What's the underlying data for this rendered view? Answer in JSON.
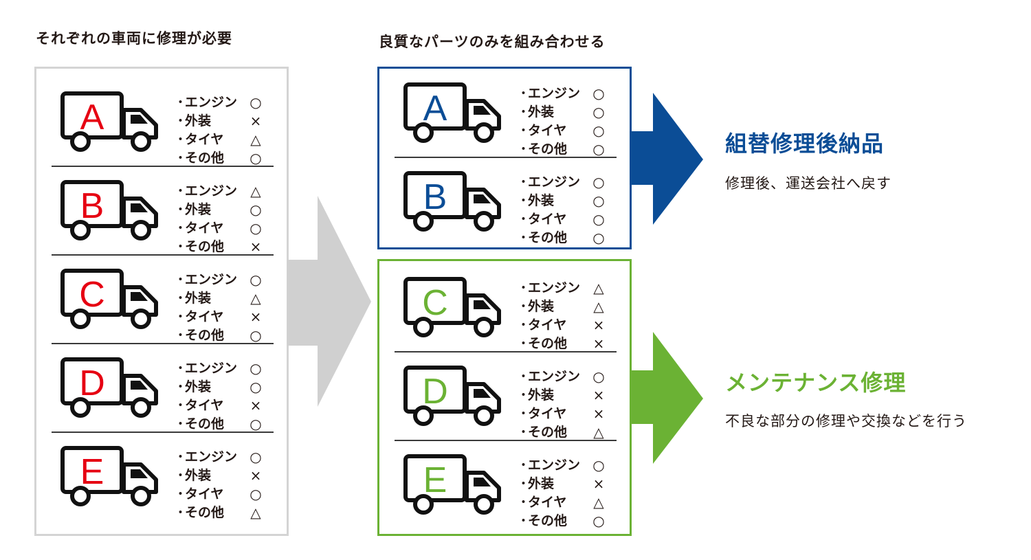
{
  "headings": {
    "left": "それぞれの車両に修理が必要",
    "middle": "良質なパーツのみを組み合わせる"
  },
  "colors": {
    "red": "#e60012",
    "blue": "#0b4d96",
    "green": "#6bb234",
    "gray": "#d4d4d4",
    "text": "#231815"
  },
  "part_labels": [
    "エンジン",
    "外装",
    "タイヤ",
    "その他"
  ],
  "bullet": "・",
  "legend_symbols": {
    "good": "○",
    "bad": "×",
    "fair": "△"
  },
  "left_vehicles": [
    {
      "id": "A",
      "statuses": [
        "○",
        "×",
        "△",
        "○"
      ]
    },
    {
      "id": "B",
      "statuses": [
        "△",
        "○",
        "○",
        "×"
      ]
    },
    {
      "id": "C",
      "statuses": [
        "○",
        "△",
        "×",
        "○"
      ]
    },
    {
      "id": "D",
      "statuses": [
        "○",
        "○",
        "×",
        "○"
      ]
    },
    {
      "id": "E",
      "statuses": [
        "○",
        "×",
        "○",
        "△"
      ]
    }
  ],
  "blue_group": {
    "vehicles": [
      {
        "id": "A",
        "statuses": [
          "○",
          "○",
          "○",
          "○"
        ]
      },
      {
        "id": "B",
        "statuses": [
          "○",
          "○",
          "○",
          "○"
        ]
      }
    ],
    "result_title": "組替修理後納品",
    "result_desc": "修理後、運送会社へ戻す"
  },
  "green_group": {
    "vehicles": [
      {
        "id": "C",
        "statuses": [
          "△",
          "△",
          "×",
          "×"
        ]
      },
      {
        "id": "D",
        "statuses": [
          "○",
          "×",
          "×",
          "△"
        ]
      },
      {
        "id": "E",
        "statuses": [
          "○",
          "×",
          "△",
          "○"
        ]
      }
    ],
    "result_title": "メンテナンス修理",
    "result_desc": "不良な部分の修理や交換などを行う"
  }
}
